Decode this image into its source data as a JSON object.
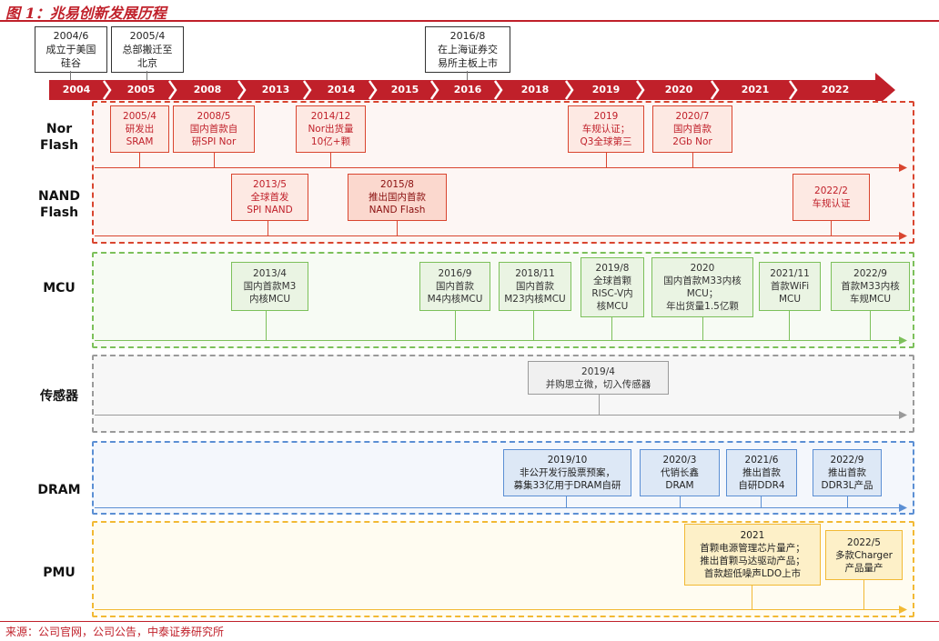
{
  "title": "图 1：兆易创新发展历程",
  "source": "来源：公司官网，公司公告，中泰证券研究所",
  "colors": {
    "timeline": "#c0202a",
    "nor_flash": "#d9452f",
    "mcu": "#7cc05a",
    "sensor": "#9a9a9a",
    "dram": "#5b8fd4",
    "pmu": "#f2b934"
  },
  "timeline_years": [
    "2004",
    "2005",
    "2008",
    "2013",
    "2014",
    "2015",
    "2016",
    "2018",
    "2019",
    "2020",
    "2021",
    "2022"
  ],
  "top_events": [
    {
      "lines": [
        "2004/6",
        "成立于美国",
        "硅谷"
      ]
    },
    {
      "lines": [
        "2005/4",
        "总部搬迁至",
        "北京"
      ]
    },
    {
      "lines": [
        "2016/8",
        "在上海证券交",
        "易所主板上市"
      ]
    }
  ],
  "lanes": {
    "nor": {
      "label": [
        "Nor",
        "Flash"
      ],
      "events": [
        {
          "lines": [
            "2005/4",
            "研发出",
            "SRAM"
          ]
        },
        {
          "lines": [
            "2008/5",
            "国内首款自",
            "研SPI Nor"
          ]
        },
        {
          "lines": [
            "2014/12",
            "Nor出货量",
            "10亿+颗"
          ]
        },
        {
          "lines": [
            "2019",
            "车规认证；",
            "Q3全球第三"
          ]
        },
        {
          "lines": [
            "2020/7",
            "国内首款",
            "2Gb Nor"
          ]
        }
      ]
    },
    "nand": {
      "label": [
        "NAND",
        "Flash"
      ],
      "events": [
        {
          "lines": [
            "2013/5",
            "全球首发",
            "SPI NAND"
          ]
        },
        {
          "lines": [
            "2015/8",
            "推出国内首款",
            "NAND Flash"
          ]
        },
        {
          "lines": [
            "2022/2",
            "车规认证"
          ]
        }
      ]
    },
    "mcu": {
      "label": [
        "MCU"
      ],
      "events": [
        {
          "lines": [
            "2013/4",
            "国内首款M3",
            "内核MCU"
          ]
        },
        {
          "lines": [
            "2016/9",
            "国内首款",
            "M4内核MCU"
          ]
        },
        {
          "lines": [
            "2018/11",
            "国内首款",
            "M23内核MCU"
          ]
        },
        {
          "lines": [
            "2019/8",
            "全球首颗",
            "RISC-V内",
            "核MCU"
          ]
        },
        {
          "lines": [
            "2020",
            "国内首款M33内核",
            "MCU；",
            "年出货量1.5亿颗"
          ]
        },
        {
          "lines": [
            "2021/11",
            "首款WiFi",
            "MCU"
          ]
        },
        {
          "lines": [
            "2022/9",
            "首款M33内核",
            "车规MCU"
          ]
        }
      ]
    },
    "sensor": {
      "label": [
        "传感器"
      ],
      "events": [
        {
          "lines": [
            "2019/4",
            "并购思立微，切入传感器"
          ]
        }
      ]
    },
    "dram": {
      "label": [
        "DRAM"
      ],
      "events": [
        {
          "lines": [
            "2019/10",
            "非公开发行股票预案，",
            "募集33亿用于DRAM自研"
          ]
        },
        {
          "lines": [
            "2020/3",
            "代销长鑫",
            "DRAM"
          ]
        },
        {
          "lines": [
            "2021/6",
            "推出首款",
            "自研DDR4"
          ]
        },
        {
          "lines": [
            "2022/9",
            "推出首款",
            "DDR3L产品"
          ]
        }
      ]
    },
    "pmu": {
      "label": [
        "PMU"
      ],
      "events": [
        {
          "lines": [
            "2021",
            "首颗电源管理芯片量产；",
            "推出首颗马达驱动产品；",
            "首款超低噪声LDO上市"
          ]
        },
        {
          "lines": [
            "2022/5",
            "多款Charger",
            "产品量产"
          ]
        }
      ]
    }
  }
}
